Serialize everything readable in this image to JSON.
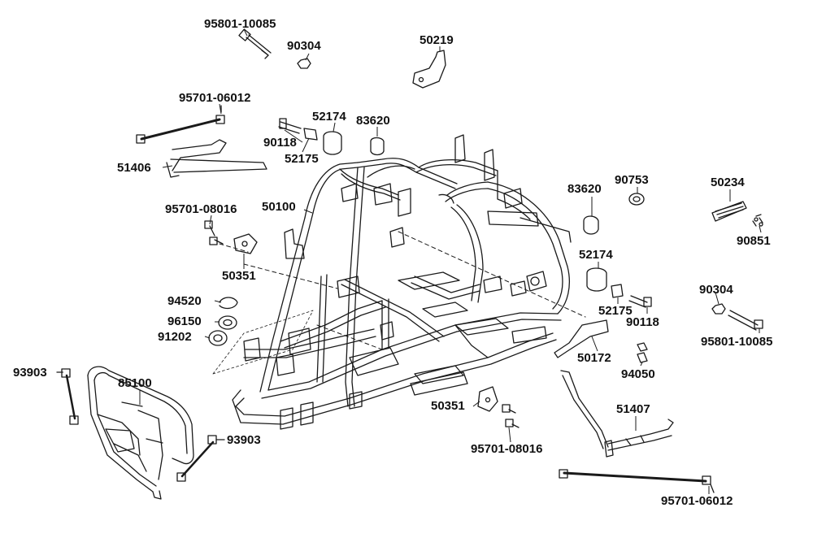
{
  "labels": {
    "p95801_10085_top": "95801-10085",
    "p90304_top": "90304",
    "p50219": "50219",
    "p95701_06012_top": "95701-06012",
    "p52174_top": "52174",
    "p83620_top": "83620",
    "p90118_top": "90118",
    "p52175_top": "52175",
    "p51406": "51406",
    "p50100": "50100",
    "p95701_08016_left": "95701-08016",
    "p50351_left": "50351",
    "p94520": "94520",
    "p96150": "96150",
    "p91202": "91202",
    "p93903_left": "93903",
    "p85100": "85100",
    "p93903_mid": "93903",
    "p83620_right": "83620",
    "p90753": "90753",
    "p50234": "50234",
    "p90851": "90851",
    "p52174_right": "52174",
    "p52175_right": "52175",
    "p90118_right": "90118",
    "p90304_right": "90304",
    "p95801_10085_right": "95801-10085",
    "p50172": "50172",
    "p94050": "94050",
    "p50351_bottom": "50351",
    "p95701_08016_bottom": "95701-08016",
    "p51407": "51407",
    "p95701_06012_bottom": "95701-06012"
  }
}
